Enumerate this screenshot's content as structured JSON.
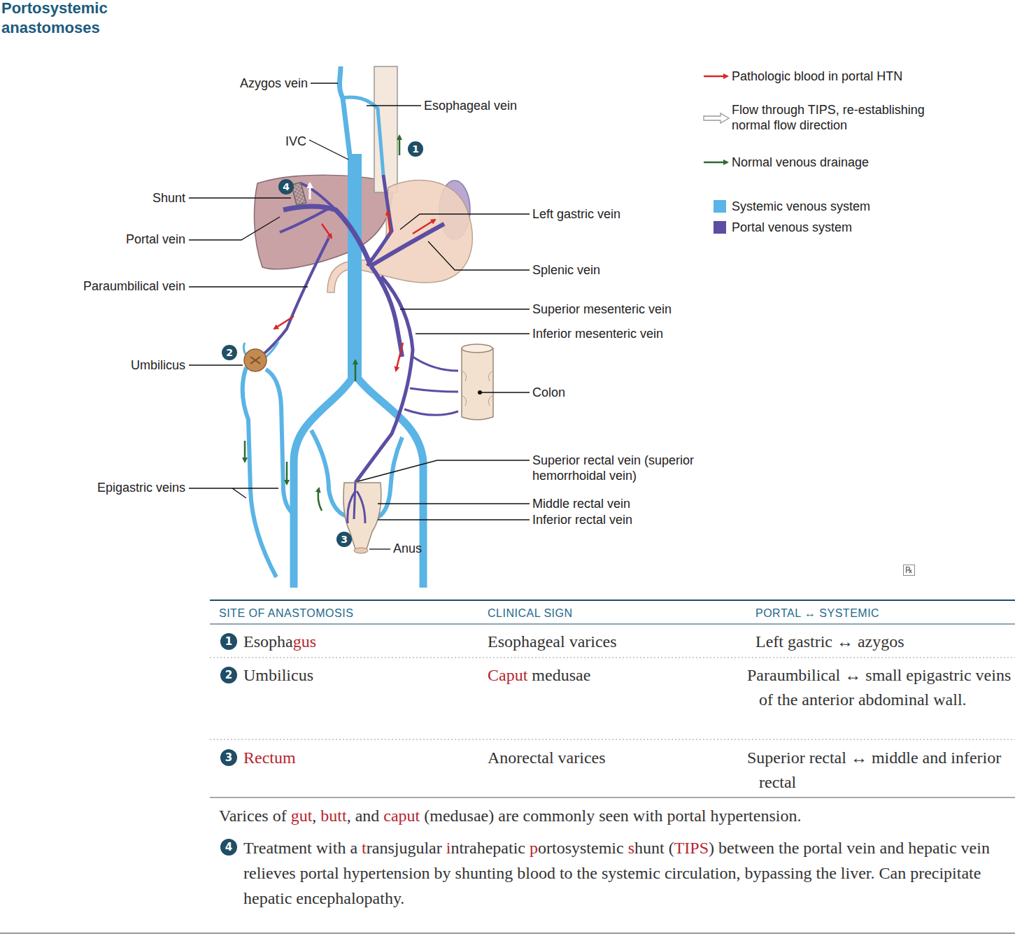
{
  "diagram": {
    "title": "Portosystemic anastomoses",
    "nodes": [
      {
        "text": [
          "1"
        ]
      },
      {
        "text": [
          "4"
        ]
      },
      {
        "text": [
          "2"
        ]
      },
      {
        "text": [
          "3"
        ]
      },
      {
        "text": [
          "1"
        ]
      },
      {
        "text": [
          "2"
        ]
      },
      {
        "text": [
          "3"
        ]
      },
      {
        "text": [
          "4"
        ]
      }
    ],
    "labels": [
      "Azygos vein",
      "Esophageal vein",
      "IVC",
      "Shunt",
      "Left gastric vein",
      "Portal vein",
      "Splenic vein",
      "Paraumbilical vein",
      "Superior mesenteric vein",
      "Inferior mesenteric vein",
      "Umbilicus",
      "Colon",
      "Superior rectal vein (superior hemorrhoidal vein)",
      "Epigastric veins",
      "Middle rectal vein",
      "Inferior rectal vein",
      "Anus",
      "℞",
      "SITE OF ANASTOMOSIS",
      "CLINICAL SIGN",
      "PORTAL ↔ SYSTEMIC",
      "Esophagus",
      "Esophageal varices",
      "Left gastric ↔ azygos",
      "Umbilicus",
      "Caput medusae",
      "Paraumbilical ↔ small epigastric veins of the anterior abdominal wall.",
      "Rectum",
      "Anorectal varices",
      "Superior rectal ↔ middle and inferior rectal",
      "Varices of gut, butt, and caput (medusae) are commonly seen with portal hypertension.",
      "Treatment with a transjugular intrahepatic portosystemic shunt (TIPS) between the portal vein and hepatic vein relieves portal hypertension by shunting blood to the systemic circulation, bypassing the liver. Can precipitate hepatic encephalopathy."
    ],
    "legend": [
      {
        "text": "Pathologic blood in portal HTN"
      },
      {
        "text": "Flow through TIPS, re-establishing normal flow direction"
      },
      {
        "text": "Normal venous drainage"
      },
      {
        "text": "Systemic venous system",
        "color": "#5ab4e5"
      },
      {
        "text": "Portal venous system",
        "color": "#5b4ea3"
      }
    ]
  }
}
